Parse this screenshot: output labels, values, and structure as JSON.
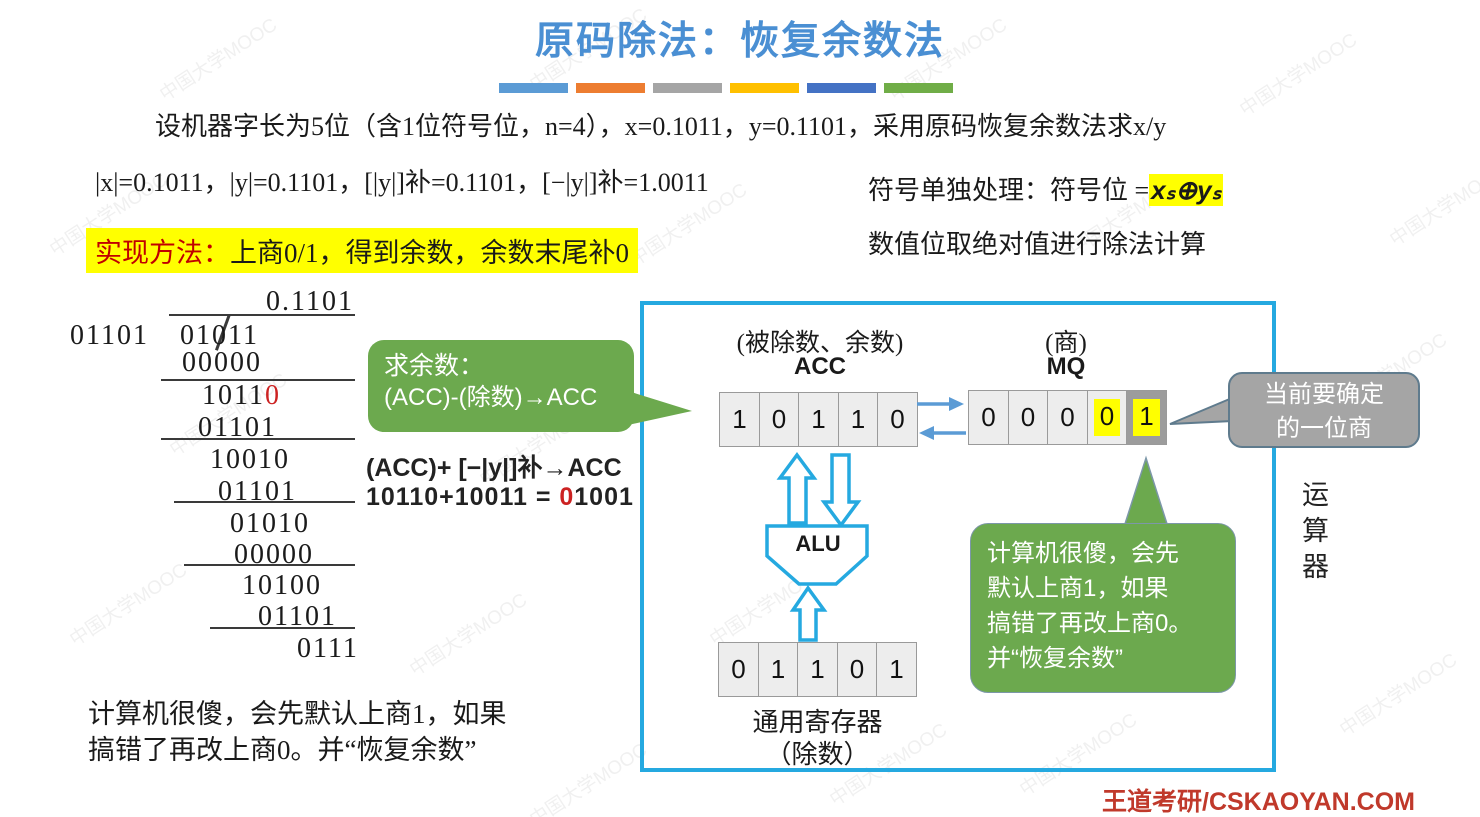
{
  "title": "原码除法：恢复余数法",
  "colors": {
    "title_blue": "#4A8FD3",
    "box_border_cyan": "#25A9E0",
    "bubble_green": "#6CA94E",
    "bubble_gray": "#A5A5A5",
    "highlight_yellow": "#FFFF00",
    "accent_red": "#C00000",
    "red_digit": "#CC2222",
    "footer_red": "#C0392B",
    "arrow_blue": "#5B9BD5",
    "accent_bars": [
      "#5B9BD5",
      "#ED7D31",
      "#A5A5A5",
      "#FFC000",
      "#4472C4",
      "#70AD47"
    ]
  },
  "intro": {
    "line1": "设机器字长为5位（含1位符号位，n=4），x=0.1011，y=0.1101，采用原码恢复余数法求x/y",
    "line2": "|x|=0.1011，|y|=0.1101，[|y|]补=0.1101，[−|y|]补=1.0011"
  },
  "sign_rule": {
    "prefix": "符号单独处理：符号位 =",
    "highlight": "xₛ⊕yₛ",
    "line2": "数值位取绝对值进行除法计算"
  },
  "method": {
    "label": "实现方法：",
    "text": "上商0/1，得到余数，余数末尾补0"
  },
  "division": {
    "quotient": "0.1101",
    "divisor": "01101",
    "dividend": "01011",
    "rows": [
      {
        "pre": "00000",
        "red": ""
      },
      {
        "pre": "1011",
        "red": "0"
      },
      {
        "pre": "01101",
        "red": ""
      },
      {
        "pre": "10010",
        "red": ""
      },
      {
        "pre": "01101",
        "red": ""
      },
      {
        "pre": "01010",
        "red": ""
      },
      {
        "pre": "00000",
        "red": ""
      },
      {
        "pre": "10100",
        "red": ""
      },
      {
        "pre": "01101",
        "red": ""
      },
      {
        "pre": "0111",
        "red": ""
      }
    ]
  },
  "remainder_bubble": {
    "line1": "求余数：",
    "line2": "(ACC)-(除数)→ACC"
  },
  "acc_calc": {
    "line1": "(ACC)+ [−|y|]补→ACC",
    "line2_pre": "10110+10011 = ",
    "line2_red": "0",
    "line2_post": "1001"
  },
  "operator_box": {
    "acc": {
      "caption": "(被除数、余数)",
      "name": "ACC",
      "bits": [
        "1",
        "0",
        "1",
        "1",
        "0"
      ]
    },
    "mq": {
      "caption": "(商)",
      "name": "MQ",
      "bits": [
        "0",
        "0",
        "0",
        "0",
        "1"
      ]
    },
    "alu": "ALU",
    "gpr": {
      "bits": [
        "0",
        "1",
        "1",
        "0",
        "1"
      ],
      "caption1": "通用寄存器",
      "caption2": "（除数）"
    },
    "unit_label": "运算器"
  },
  "current_bit_bubble": {
    "line1": "当前要确定",
    "line2": "的一位商"
  },
  "naive_bubble": {
    "line1": "计算机很傻，会先",
    "line2": "默认上商1，如果",
    "line3": "搞错了再改上商0。",
    "line4": "并“恢复余数”"
  },
  "bottom_note": {
    "line1": "计算机很傻，会先默认上商1，如果",
    "line2": "搞错了再改上商0。并“恢复余数”"
  },
  "footer": "王道考研/CSKAOYAN.COM",
  "watermark": "中国大学MOOC"
}
